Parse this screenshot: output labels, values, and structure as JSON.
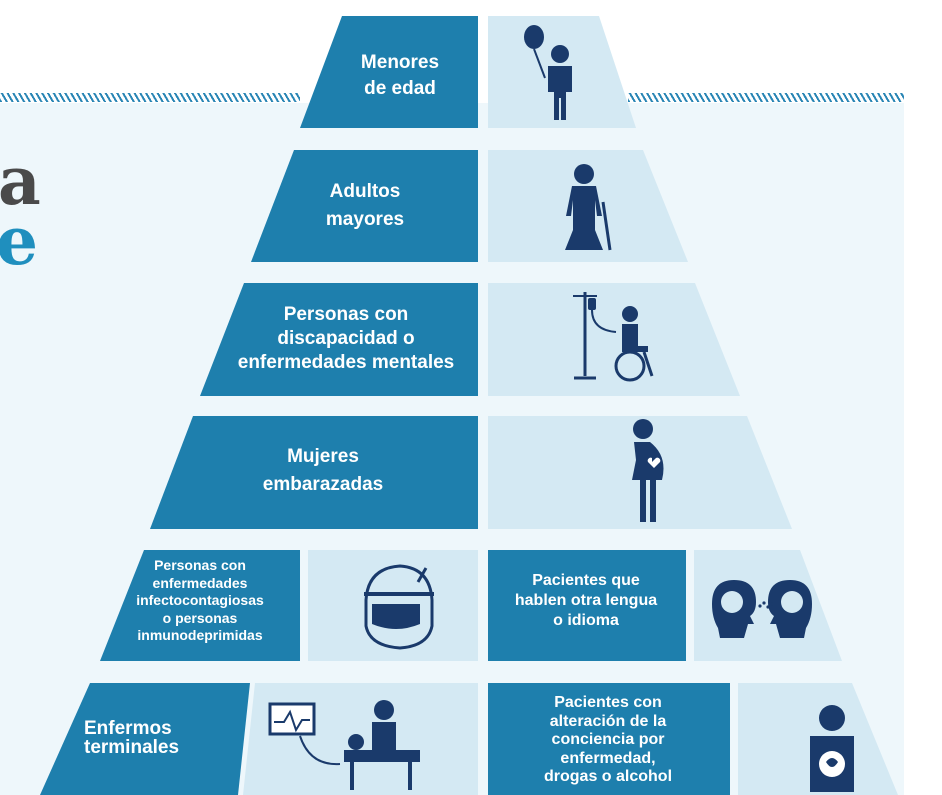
{
  "colors": {
    "dark_blue": "#1e7fad",
    "light_blue": "#d4e9f3",
    "icon_navy": "#1a3a6b",
    "title_gray": "#4a4a4a",
    "title_teal": "#1f8fbe",
    "panel_bg": "#eef7fb"
  },
  "title_fragments": {
    "line1": "a",
    "line2": "e"
  },
  "pyramid": {
    "rows": [
      {
        "label_lines": [
          "Menores",
          "de edad"
        ],
        "icon": "child-with-balloon-icon"
      },
      {
        "label_lines": [
          "Adultos",
          "mayores"
        ],
        "icon": "elderly-woman-with-cane-icon"
      },
      {
        "label_lines": [
          "Personas con",
          "discapacidad o",
          "enfermedades mentales"
        ],
        "icon": "iv-pole-wheelchair-icon"
      },
      {
        "label_lines": [
          "Mujeres",
          "embarazadas"
        ],
        "icon": "pregnant-woman-icon"
      }
    ],
    "split_rows": [
      {
        "left": {
          "label_lines": [
            "Personas con",
            "enfermedades",
            "infectocontagiosas",
            "o personas",
            "inmunodeprimidas"
          ],
          "icon": "surgical-mask-face-shield-icon"
        },
        "right": {
          "label_lines": [
            "Pacientes que",
            "hablen otra lengua",
            "o idioma"
          ],
          "icon": "two-heads-speaking-icon"
        }
      },
      {
        "left": {
          "label_lines": [
            "Enfermos",
            "terminales"
          ],
          "icon": "patient-bed-monitor-icon"
        },
        "right": {
          "label_lines": [
            "Pacientes con",
            "alteración de la",
            "conciencia por",
            "enfermedad,",
            "drogas o alcohol"
          ],
          "icon": "person-altered-consciousness-icon"
        }
      }
    ]
  }
}
